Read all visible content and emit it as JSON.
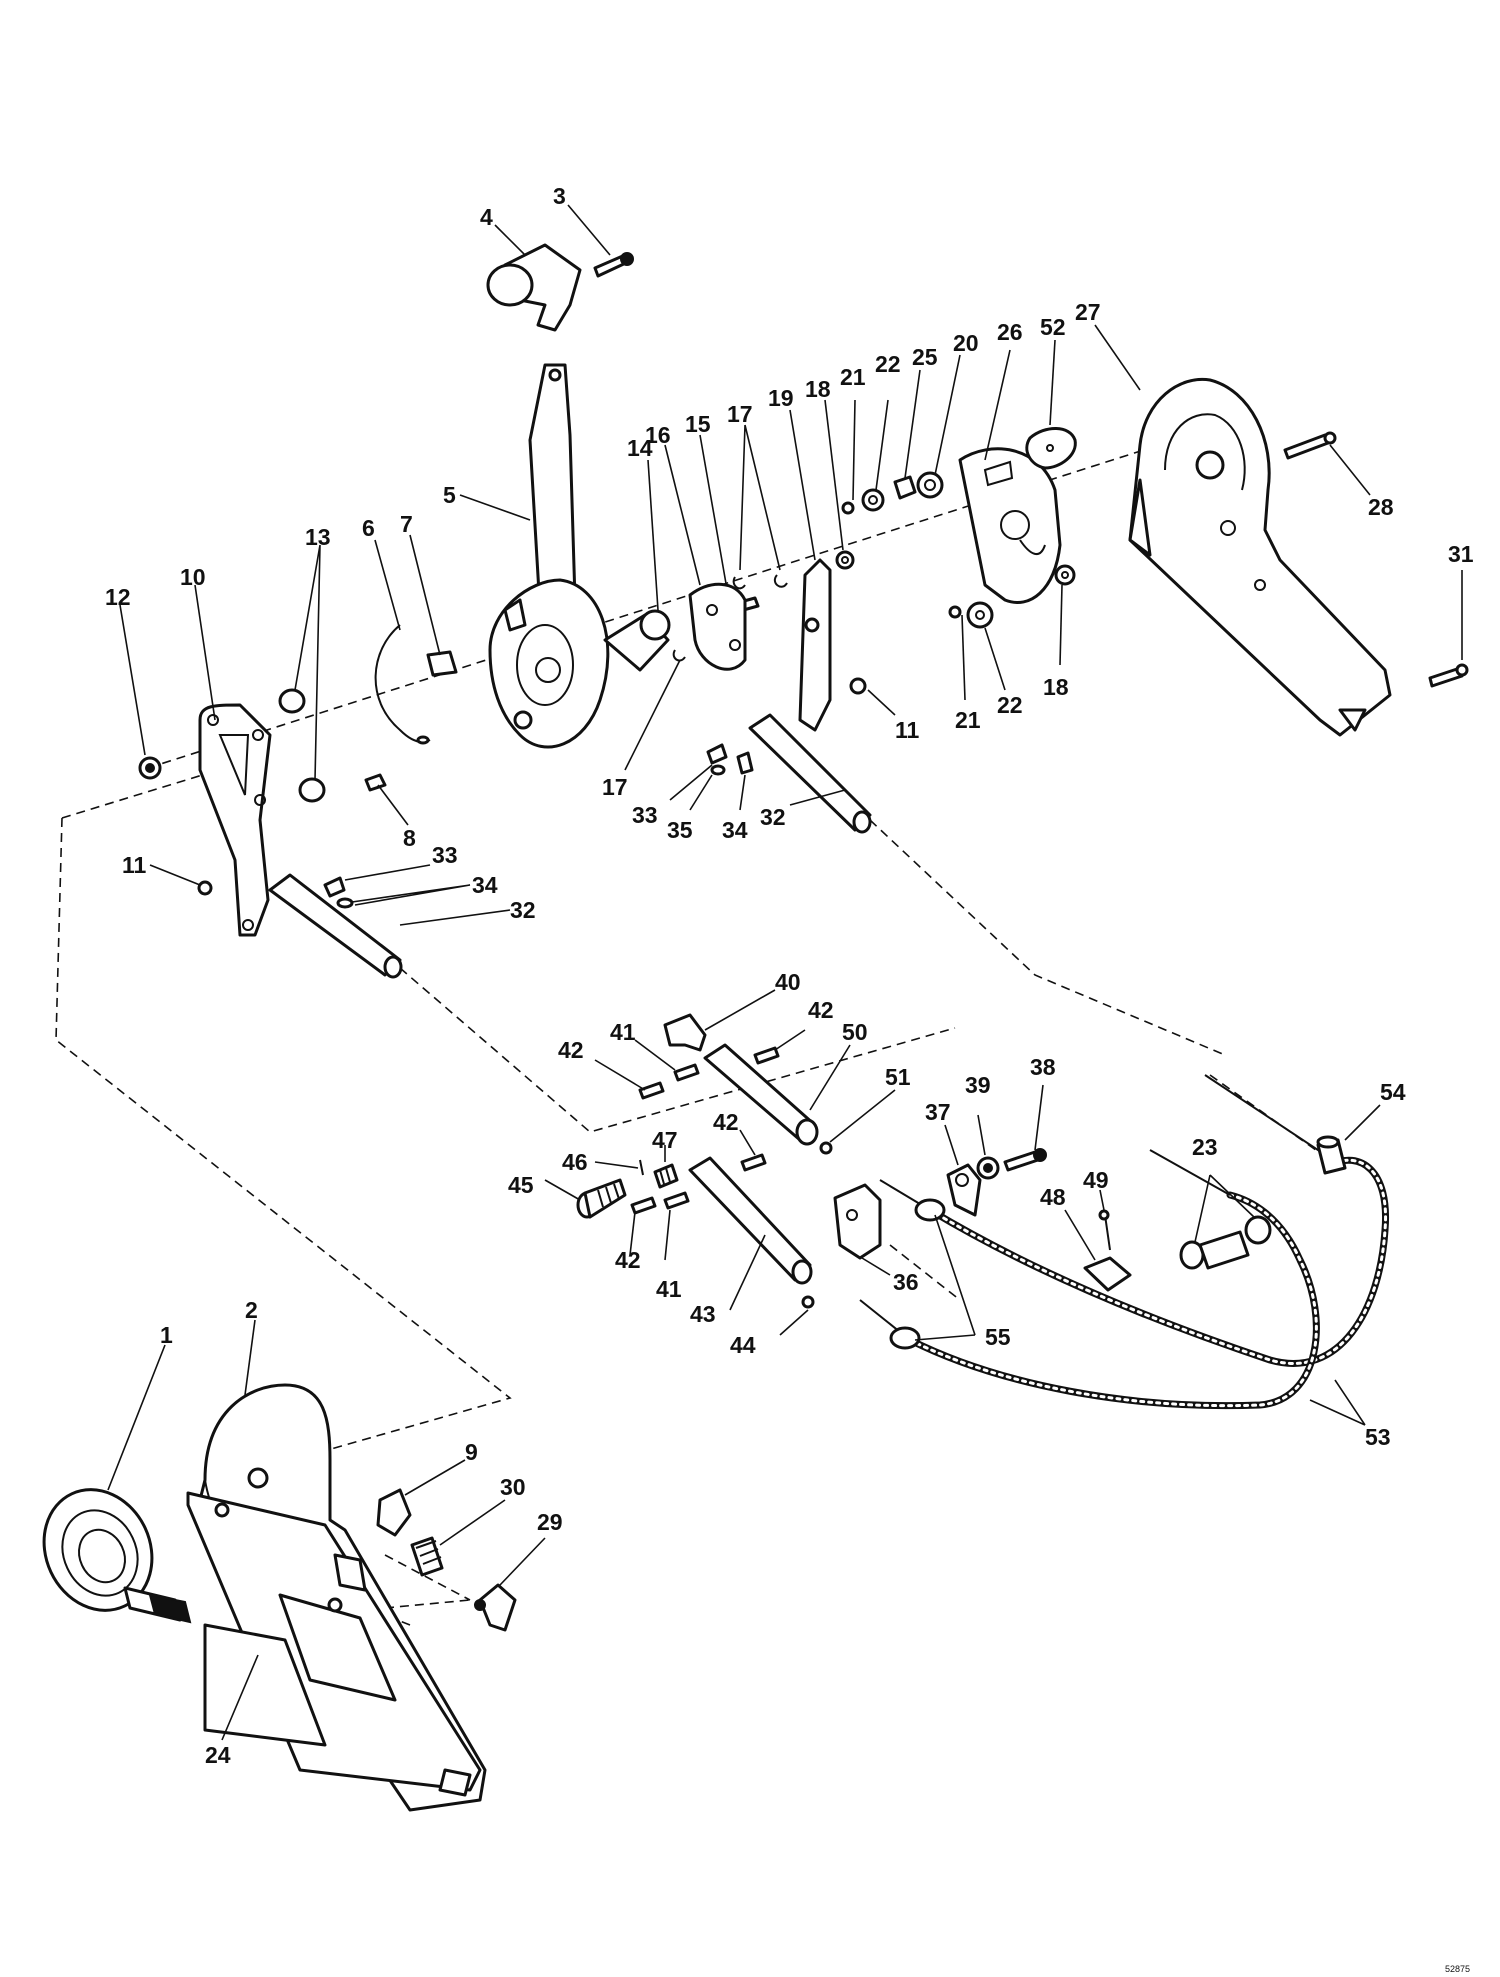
{
  "diagram": {
    "drawing_number": "52875",
    "labels": [
      {
        "id": "l1",
        "text": "1"
      },
      {
        "id": "l2",
        "text": "2"
      },
      {
        "id": "l3",
        "text": "3"
      },
      {
        "id": "l4",
        "text": "4"
      },
      {
        "id": "l5",
        "text": "5"
      },
      {
        "id": "l6",
        "text": "6"
      },
      {
        "id": "l7",
        "text": "7"
      },
      {
        "id": "l8",
        "text": "8"
      },
      {
        "id": "l9",
        "text": "9"
      },
      {
        "id": "l10",
        "text": "10"
      },
      {
        "id": "l11a",
        "text": "11"
      },
      {
        "id": "l11b",
        "text": "11"
      },
      {
        "id": "l12",
        "text": "12"
      },
      {
        "id": "l13",
        "text": "13"
      },
      {
        "id": "l14",
        "text": "14"
      },
      {
        "id": "l15",
        "text": "15"
      },
      {
        "id": "l16",
        "text": "16"
      },
      {
        "id": "l17a",
        "text": "17"
      },
      {
        "id": "l17b",
        "text": "17"
      },
      {
        "id": "l18a",
        "text": "18"
      },
      {
        "id": "l18b",
        "text": "18"
      },
      {
        "id": "l19",
        "text": "19"
      },
      {
        "id": "l20",
        "text": "20"
      },
      {
        "id": "l21a",
        "text": "21"
      },
      {
        "id": "l21b",
        "text": "21"
      },
      {
        "id": "l22a",
        "text": "22"
      },
      {
        "id": "l22b",
        "text": "22"
      },
      {
        "id": "l23",
        "text": "23"
      },
      {
        "id": "l24",
        "text": "24"
      },
      {
        "id": "l25",
        "text": "25"
      },
      {
        "id": "l26",
        "text": "26"
      },
      {
        "id": "l27",
        "text": "27"
      },
      {
        "id": "l28",
        "text": "28"
      },
      {
        "id": "l29",
        "text": "29"
      },
      {
        "id": "l30",
        "text": "30"
      },
      {
        "id": "l31",
        "text": "31"
      },
      {
        "id": "l32a",
        "text": "32"
      },
      {
        "id": "l32b",
        "text": "32"
      },
      {
        "id": "l33a",
        "text": "33"
      },
      {
        "id": "l33b",
        "text": "33"
      },
      {
        "id": "l34a",
        "text": "34"
      },
      {
        "id": "l34b",
        "text": "34"
      },
      {
        "id": "l35",
        "text": "35"
      },
      {
        "id": "l36",
        "text": "36"
      },
      {
        "id": "l37",
        "text": "37"
      },
      {
        "id": "l38",
        "text": "38"
      },
      {
        "id": "l39",
        "text": "39"
      },
      {
        "id": "l40",
        "text": "40"
      },
      {
        "id": "l41a",
        "text": "41"
      },
      {
        "id": "l41b",
        "text": "41"
      },
      {
        "id": "l42a",
        "text": "42"
      },
      {
        "id": "l42b",
        "text": "42"
      },
      {
        "id": "l42c",
        "text": "42"
      },
      {
        "id": "l42d",
        "text": "42"
      },
      {
        "id": "l43",
        "text": "43"
      },
      {
        "id": "l44",
        "text": "44"
      },
      {
        "id": "l45",
        "text": "45"
      },
      {
        "id": "l46",
        "text": "46"
      },
      {
        "id": "l47",
        "text": "47"
      },
      {
        "id": "l48",
        "text": "48"
      },
      {
        "id": "l49",
        "text": "49"
      },
      {
        "id": "l50",
        "text": "50"
      },
      {
        "id": "l51",
        "text": "51"
      },
      {
        "id": "l52",
        "text": "52"
      },
      {
        "id": "l53",
        "text": "53"
      },
      {
        "id": "l54",
        "text": "54"
      },
      {
        "id": "l55",
        "text": "55"
      }
    ]
  }
}
